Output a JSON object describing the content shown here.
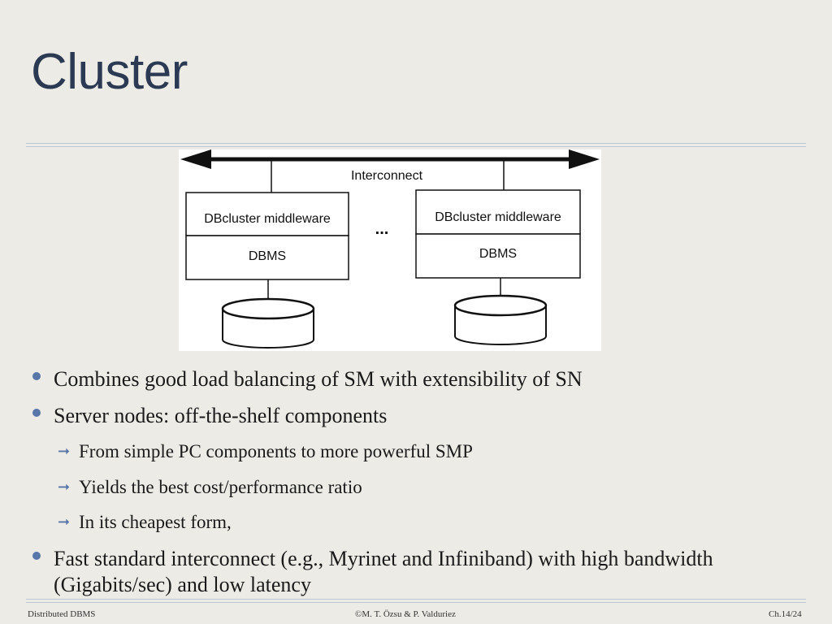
{
  "slide": {
    "title": "Cluster"
  },
  "diagram": {
    "interconnect_label": "Interconnect",
    "nodes": [
      {
        "middleware_label": "DBcluster middleware",
        "dbms_label": "DBMS"
      },
      {
        "middleware_label": "DBcluster middleware",
        "dbms_label": "DBMS"
      }
    ],
    "ellipsis": "..."
  },
  "bullets": [
    {
      "text": "Combines good load balancing of SM with extensibility of SN"
    },
    {
      "text": "Server nodes: off-the-shelf components",
      "sub": [
        "From simple PC components to more powerful SMP",
        "Yields the best cost/performance ratio",
        "In its cheapest form,"
      ]
    },
    {
      "text": "Fast standard interconnect (e.g., Myrinet and Infiniband) with high bandwidth (Gigabits/sec) and low latency"
    }
  ],
  "footer": {
    "left": "Distributed DBMS",
    "center": "©M. T. Özsu & P. Valduriez",
    "right": "Ch.14/24"
  },
  "colors": {
    "background": "#ecebe6",
    "title": "#2b3a52",
    "bullet": "#5876a8",
    "rule": "#b9c7d6"
  }
}
